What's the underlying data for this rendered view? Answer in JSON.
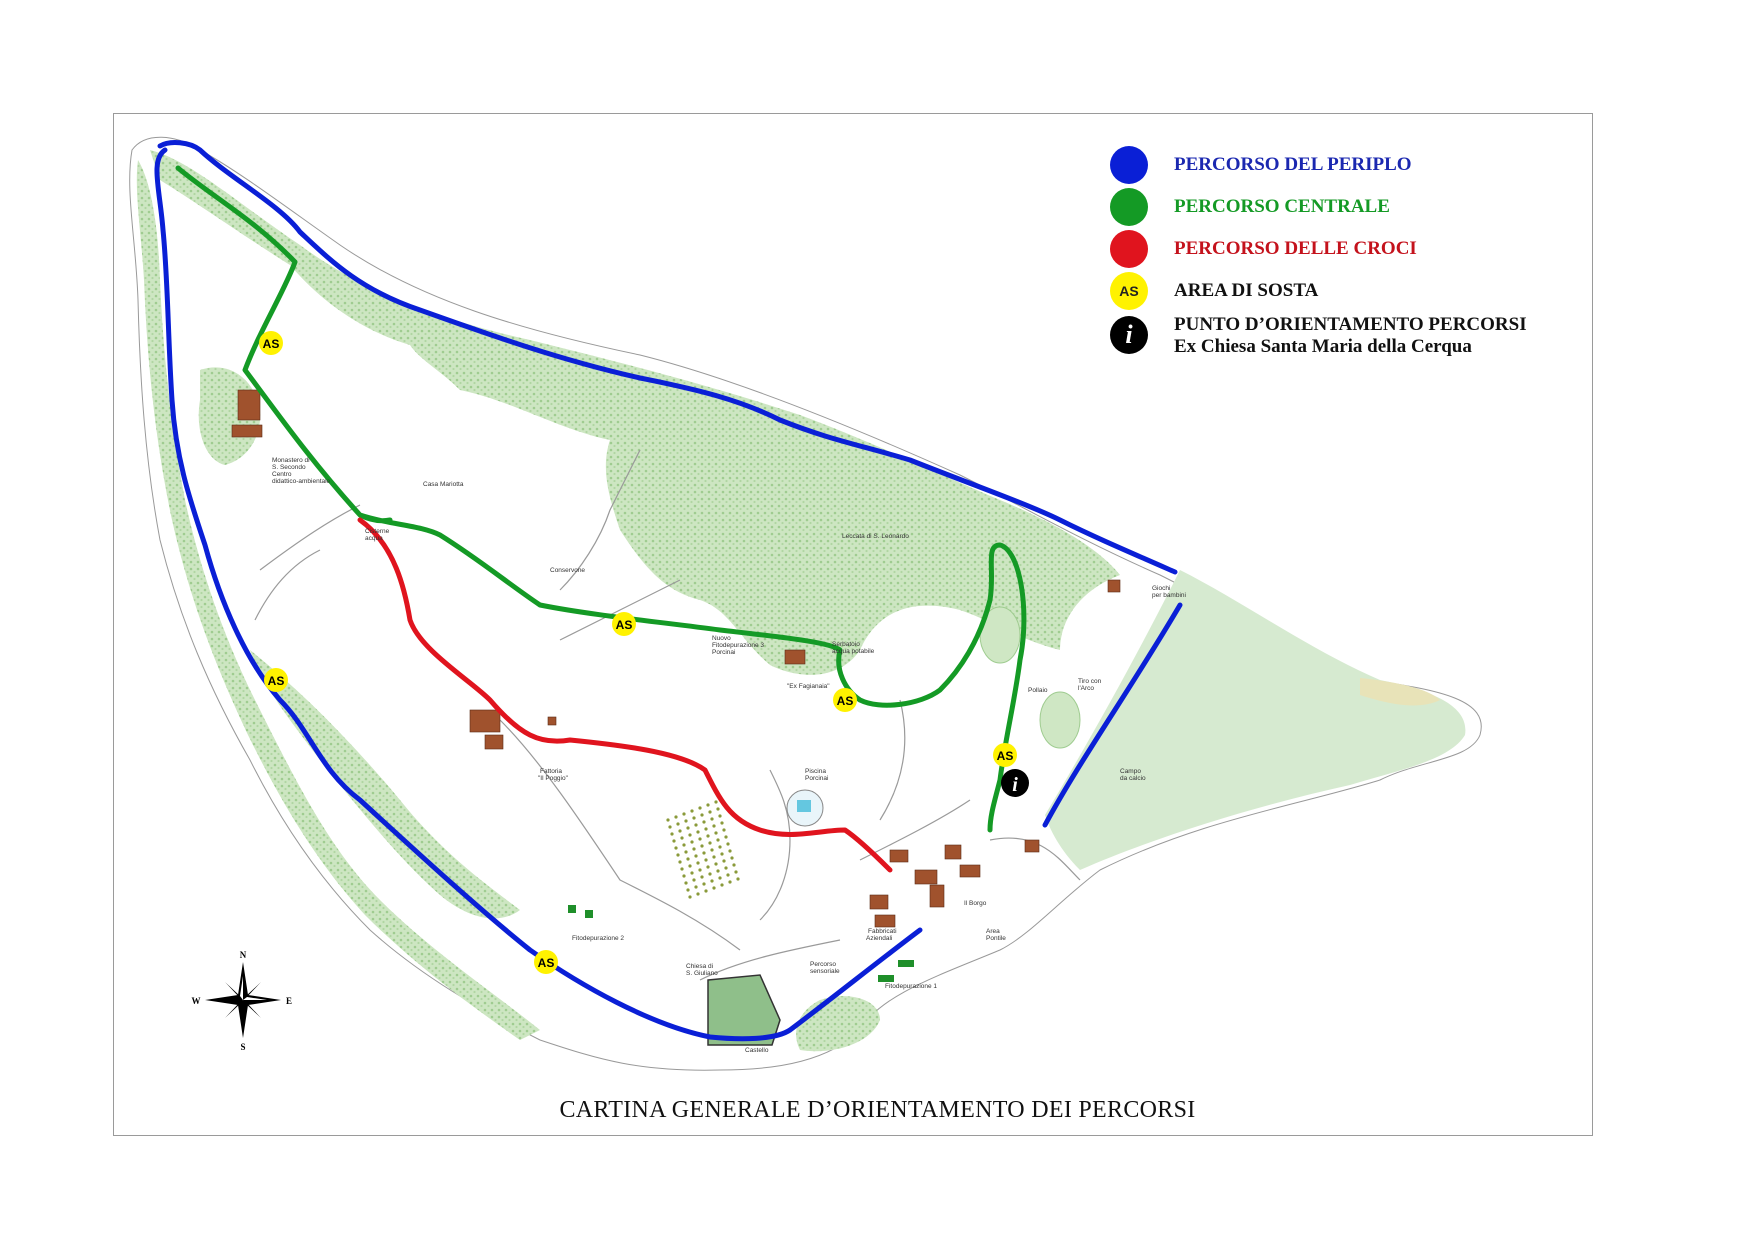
{
  "legend": {
    "periplo": {
      "label": "PERCORSO DEL PERIPLO",
      "color": "#0a1fd6"
    },
    "centrale": {
      "label": "PERCORSO CENTRALE",
      "color": "#149a25"
    },
    "croci": {
      "label": "PERCORSO DELLE CROCI",
      "color": "#e0141e"
    },
    "sosta": {
      "badge": "AS",
      "label": "AREA DI SOSTA",
      "color": "#fff200"
    },
    "orientamento": {
      "badge": "i",
      "label_line1": "PUNTO D’ORIENTAMENTO PERCORSI",
      "label_line2": "Ex Chiesa Santa Maria della Cerqua"
    }
  },
  "rest_area_badge": "AS",
  "info_badge": "i",
  "places": {
    "monastero": [
      "Monastero di",
      "S. Secondo",
      "Centro",
      "didattico-ambientale"
    ],
    "casa_mariotta": "Casa Mariotta",
    "cisterne": [
      "Cisterne",
      "acqua"
    ],
    "conservone": "Conservone",
    "leccata": "Leccata di S. Leonardo",
    "fitodepurazione3": [
      "Nuovo",
      "Fitodepurazione 3",
      "Porcinai"
    ],
    "serbatoio": [
      "Serbatoio",
      "acqua potabile"
    ],
    "ex_fagianaia": "\"Ex Fagianaia\"",
    "fattoria": [
      "Fattoria",
      "\"Il Poggio\""
    ],
    "piscina": [
      "Piscina",
      "Porcinai"
    ],
    "giochi": [
      "Giochi",
      "per bambini"
    ],
    "tiro": [
      "Tiro con",
      "l'Arco"
    ],
    "campo": [
      "Campo",
      "da calcio"
    ],
    "pollaio": "Pollaio",
    "il_borgo": "Il Borgo",
    "fabbricati": [
      "Fabbricati",
      "Aziendali"
    ],
    "area_pontile": [
      "Area",
      "Pontile"
    ],
    "fitodepurazione2": "Fitodepurazione 2",
    "fitodepurazione1": "Fitodepurazione 1",
    "percorso_sensoriale": [
      "Percorso",
      "sensoriale"
    ],
    "chiesa": [
      "Chiesa di",
      "S. Giuliano"
    ],
    "castello": "Castello"
  },
  "compass": {
    "n": "N",
    "s": "S",
    "e": "E",
    "w": "W"
  },
  "title": "CARTINA GENERALE D’ORIENTAMENTO DEI PERCORSI"
}
